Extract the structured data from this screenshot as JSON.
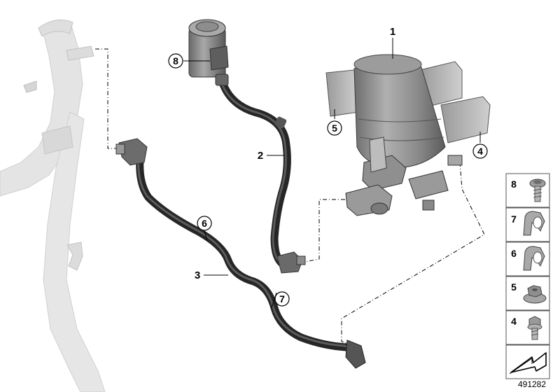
{
  "diagram": {
    "reference_number": "491282",
    "callouts": {
      "part1": "1",
      "part2": "2",
      "part3": "3",
      "part4": "4",
      "part5": "5",
      "part6": "6",
      "part7": "7",
      "part8": "8"
    },
    "legend": {
      "row1": "8",
      "row2": "7",
      "row3": "6",
      "row4": "5",
      "row5": "4"
    },
    "colors": {
      "hose": "#2a2a2a",
      "hose_highlight": "#5a5a5a",
      "canister_body": "#8a8a8a",
      "filler_neck": "#e2e2e2",
      "legend_frame": "#555555"
    }
  }
}
